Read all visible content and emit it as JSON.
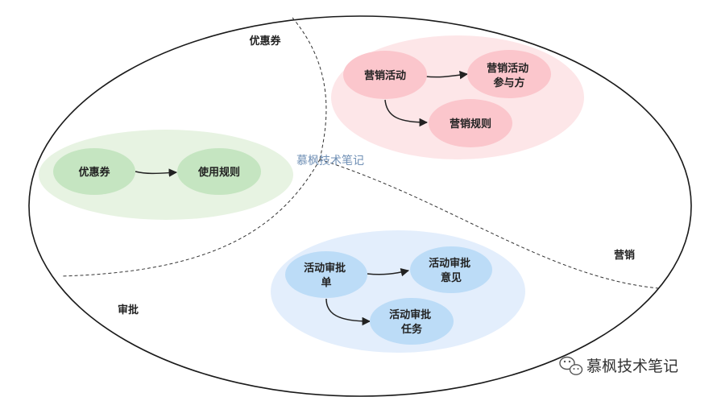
{
  "regions": {
    "coupon": "优惠券",
    "marketing": "营销",
    "approval": "审批"
  },
  "clusters": {
    "coupon": {
      "color": "#e7f3e2",
      "node_color": "#c5e5c1",
      "nodes": [
        {
          "id": "coupon",
          "lines": [
            "优惠券"
          ]
        },
        {
          "id": "usage-rule",
          "lines": [
            "使用规则"
          ]
        }
      ]
    },
    "marketing": {
      "color": "#fde6e8",
      "node_color": "#fbc6cc",
      "nodes": [
        {
          "id": "marketing-activity",
          "lines": [
            "营销活动"
          ]
        },
        {
          "id": "activity-participant",
          "lines": [
            "营销活动",
            "参与方"
          ]
        },
        {
          "id": "marketing-rule",
          "lines": [
            "营销规则"
          ]
        }
      ]
    },
    "approval": {
      "color": "#e3eefc",
      "node_color": "#bcdcf7",
      "nodes": [
        {
          "id": "approval-form",
          "lines": [
            "活动审批",
            "单"
          ]
        },
        {
          "id": "approval-opinion",
          "lines": [
            "活动审批",
            "意见"
          ]
        },
        {
          "id": "approval-task",
          "lines": [
            "活动审批",
            "任务"
          ]
        }
      ]
    }
  },
  "edges": [
    {
      "from": "coupon",
      "to": "usage-rule"
    },
    {
      "from": "marketing-activity",
      "to": "activity-participant"
    },
    {
      "from": "marketing-activity",
      "to": "marketing-rule"
    },
    {
      "from": "approval-form",
      "to": "approval-opinion"
    },
    {
      "from": "approval-form",
      "to": "approval-task"
    }
  ],
  "watermark_center": "慕枫技术笔记",
  "watermark_corner": {
    "text": "慕枫技术笔记",
    "icon": "wechat-icon"
  }
}
